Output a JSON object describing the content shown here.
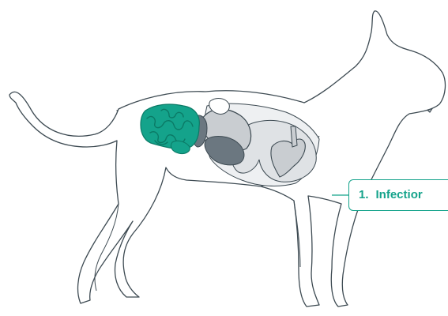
{
  "diagram": {
    "subject": "dog-anatomy",
    "colors": {
      "outline": "#3d4a52",
      "organ_fill": "#c9cdd1",
      "organ_fill_light": "#e3e6e8",
      "organ_dark": "#6b7780",
      "highlight": "#14a38b",
      "highlight_stroke": "#0b7a66"
    },
    "highlighted_organ": "intestines"
  },
  "callout": {
    "number": "1.",
    "text": "Infectior",
    "color": "#14a38b"
  }
}
